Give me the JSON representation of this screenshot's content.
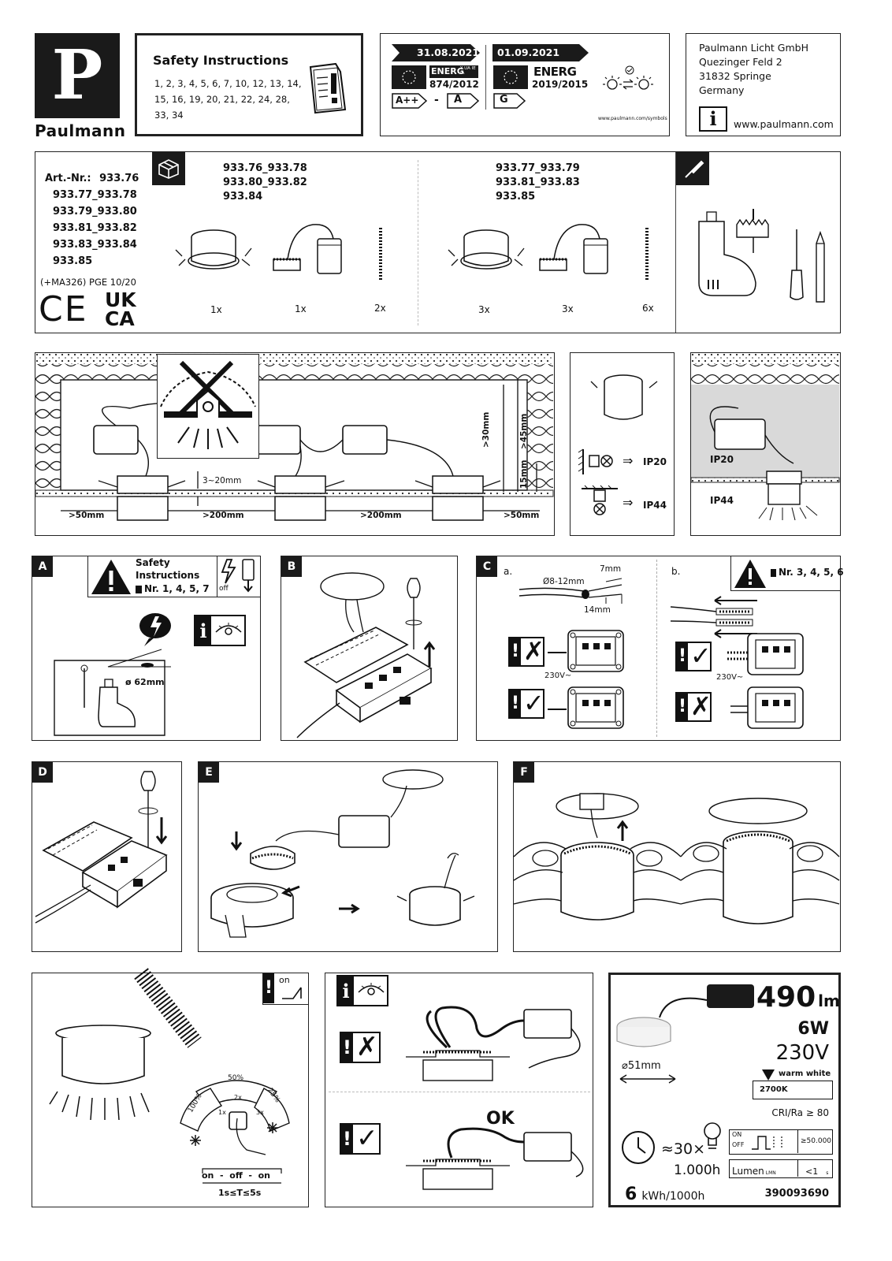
{
  "brand": {
    "letter": "P",
    "name": "Paulmann"
  },
  "safety": {
    "title": "Safety Instructions",
    "numbers_line1": "1, 2, 3, 4, 5, 6, 7, 10, 12, 13, 14,",
    "numbers_line2": "15, 16, 19, 20, 21, 22, 24, 28,",
    "numbers_line3": "33, 34"
  },
  "energy": {
    "date_old": "31.08.2021",
    "date_new": "01.09.2021",
    "energ_old": "ENERG",
    "energ_old_suffix": "Y UA IE IA",
    "reg_old": "874/2012",
    "energ_new": "ENERG",
    "reg_new": "2019/2015",
    "class_old_best": "A++",
    "dash": "-",
    "class_old_worst": "A",
    "class_new": "G",
    "symbols_url": "www.paulmann.com/symbols"
  },
  "company": {
    "name": "Paulmann Licht GmbH",
    "street": "Quezinger Feld 2",
    "city": "31832 Springe",
    "country": "Germany",
    "info_icon": "i",
    "website": "www.paulmann.com"
  },
  "articles": {
    "label": "Art.-Nr.:",
    "first": "933.76",
    "lines": [
      "933.77_933.78",
      "933.79_933.80",
      "933.81_933.82",
      "933.83_933.84",
      "933.85"
    ],
    "ma_pge": "(+MA326) PGE 10/20",
    "ce": "CE",
    "ukca_top": "UK",
    "ukca_bottom": "CA"
  },
  "contents": {
    "set1_numbers": [
      "933.76_933.78",
      "933.80_933.82",
      "933.84"
    ],
    "set1_qty": [
      "1x",
      "1x",
      "2x"
    ],
    "set2_numbers": [
      "933.77_933.79",
      "933.81_933.83",
      "933.85"
    ],
    "set2_qty": [
      "3x",
      "3x",
      "6x"
    ]
  },
  "install": {
    "dist_edge_left": ">50mm",
    "dist_between_1": ">200mm",
    "dist_between_2": ">200mm",
    "dist_edge_right": ">50mm",
    "ceiling_gap": "3~20mm",
    "depth_30": ">30mm",
    "depth_45": ">45mm",
    "depth_15": "15mm"
  },
  "ip": {
    "ip20": "IP20",
    "ip44": "IP44",
    "ip20_b": "IP20",
    "ip44_b": "IP44"
  },
  "panel_a": {
    "tag": "A",
    "title_line1": "Safety",
    "title_line2": "Instructions",
    "nr": "Nr. 1, 4, 5, 7",
    "off": "off",
    "diameter": "ø 62mm"
  },
  "panel_b": {
    "tag": "B"
  },
  "panel_c": {
    "tag": "C",
    "sub_a": "a.",
    "sub_b": "b.",
    "cable_dia": "Ø8-12mm",
    "strip_7": "7mm",
    "strip_14": "14mm",
    "voltage_1": "230V~",
    "voltage_2": "230V~",
    "nr": "Nr. 3, 4, 5, 6"
  },
  "panel_d": {
    "tag": "D"
  },
  "panel_e": {
    "tag": "E"
  },
  "panel_f": {
    "tag": "F"
  },
  "dimmer": {
    "on_label": "on",
    "pct_50": "50%",
    "pct_100": "100%",
    "pct_25": "25%",
    "press_1x": "1x",
    "press_2x": "2x",
    "press_3x": "3x",
    "sequence": "on  -  off  -  on",
    "timing": "1s≤T≤5s"
  },
  "connect": {
    "ok": "OK"
  },
  "specs": {
    "lumen": "490",
    "lumen_unit": "lm",
    "watt": "6W",
    "volt": "230V",
    "diameter": "⌀51mm",
    "color_label": "warm white",
    "cct": "2700K",
    "cri": "CRI/Ra ≥ 80",
    "switch_on": "ON",
    "switch_off": "OFF",
    "switch_cycles": "≥50.000",
    "lifetime_factor": "≈30×",
    "lifetime_hours": "1.000h",
    "lumen_lmn": "Lumen",
    "lumen_lmn_sub": "LMN",
    "lumen_lt": "<1",
    "lumen_lt_sub": "s",
    "kwh_value": "6",
    "kwh_unit": "kWh/1000h",
    "code": "390093690"
  }
}
